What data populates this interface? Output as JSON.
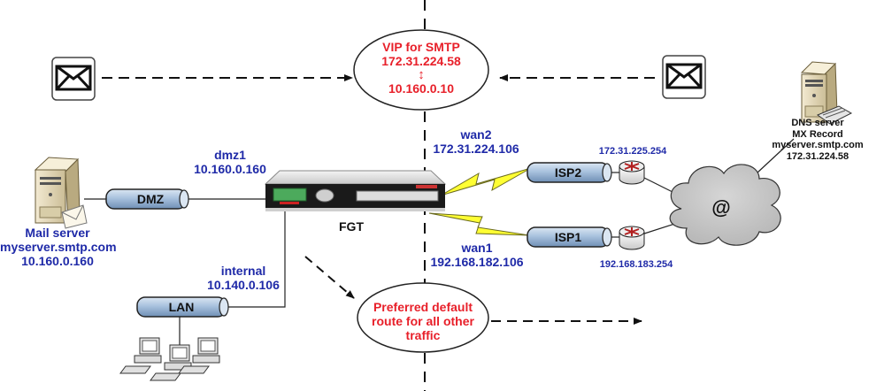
{
  "diagram": {
    "vip_bubble": {
      "title": "VIP for SMTP",
      "external_ip": "172.31.224.58",
      "arrow": "↕",
      "internal_ip": "10.160.0.10"
    },
    "route_bubble": {
      "line1": "Preferred default",
      "line2": "route for all other",
      "line3": "traffic"
    },
    "firewall": {
      "label": "FGT"
    },
    "interfaces": {
      "dmz1": {
        "name": "dmz1",
        "ip": "10.160.0.160"
      },
      "internal": {
        "name": "internal",
        "ip": "10.140.0.106"
      },
      "wan2": {
        "name": "wan2",
        "ip": "172.31.224.106"
      },
      "wan1": {
        "name": "wan1",
        "ip": "192.168.182.106"
      }
    },
    "pipes": {
      "dmz": "DMZ",
      "lan": "LAN",
      "isp2": "ISP2",
      "isp1": "ISP1"
    },
    "routers": {
      "isp2_gateway": "172.31.225.254",
      "isp1_gateway": "192.168.183.254"
    },
    "internet": {
      "symbol": "@"
    },
    "mail_server": {
      "line1": "Mail server",
      "line2": "myserver.smtp.com",
      "line3": "10.160.0.160"
    },
    "dns_server": {
      "line1": "DNS server",
      "line2": "MX Record",
      "line3": "myserver.smtp.com",
      "line4": "172.31.224.58"
    },
    "colors": {
      "label_blue": "#1f2aa8",
      "label_red": "#e8202a",
      "pipe_fill": "#a9c2de",
      "cloud_fill": "#c8c8c8",
      "lightning": "#ffff33"
    }
  }
}
